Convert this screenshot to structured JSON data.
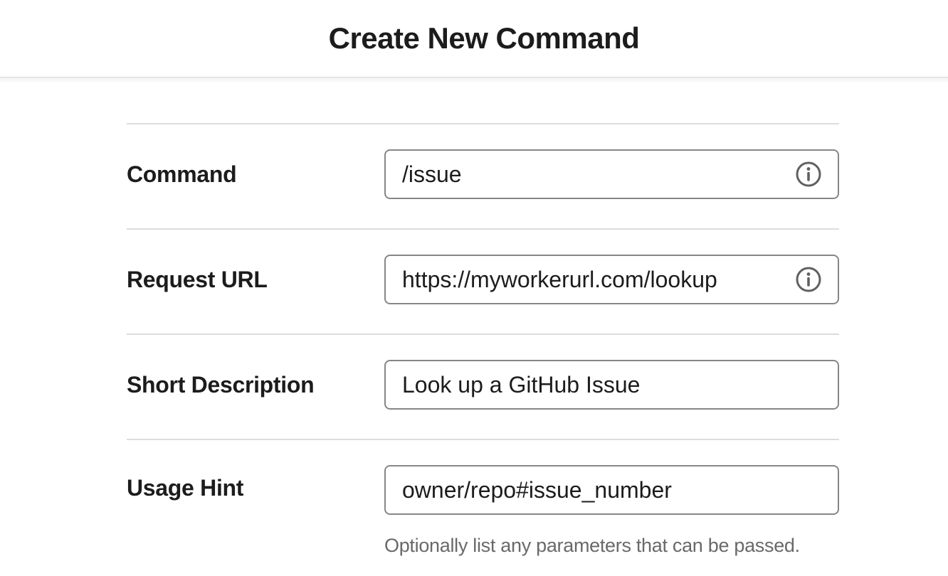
{
  "header": {
    "title": "Create New Command"
  },
  "form": {
    "rows": [
      {
        "label": "Command",
        "value": "/issue",
        "info_icon": "info-circle"
      },
      {
        "label": "Request URL",
        "value": "https://myworkerurl.com/lookup",
        "info_icon": "info-circle"
      },
      {
        "label": "Short Description",
        "value": "Look up a GitHub Issue",
        "info_icon": null
      },
      {
        "label": "Usage Hint",
        "value": "owner/repo#issue_number",
        "info_icon": null,
        "helper": "Optionally list any parameters that can be passed."
      }
    ]
  },
  "colors": {
    "text": "#1d1c1d",
    "input_border": "#868686",
    "row_divider": "#dcdcdc",
    "header_divider": "#e4e4e4",
    "helper_text": "#696969",
    "info_icon": "#616061"
  }
}
